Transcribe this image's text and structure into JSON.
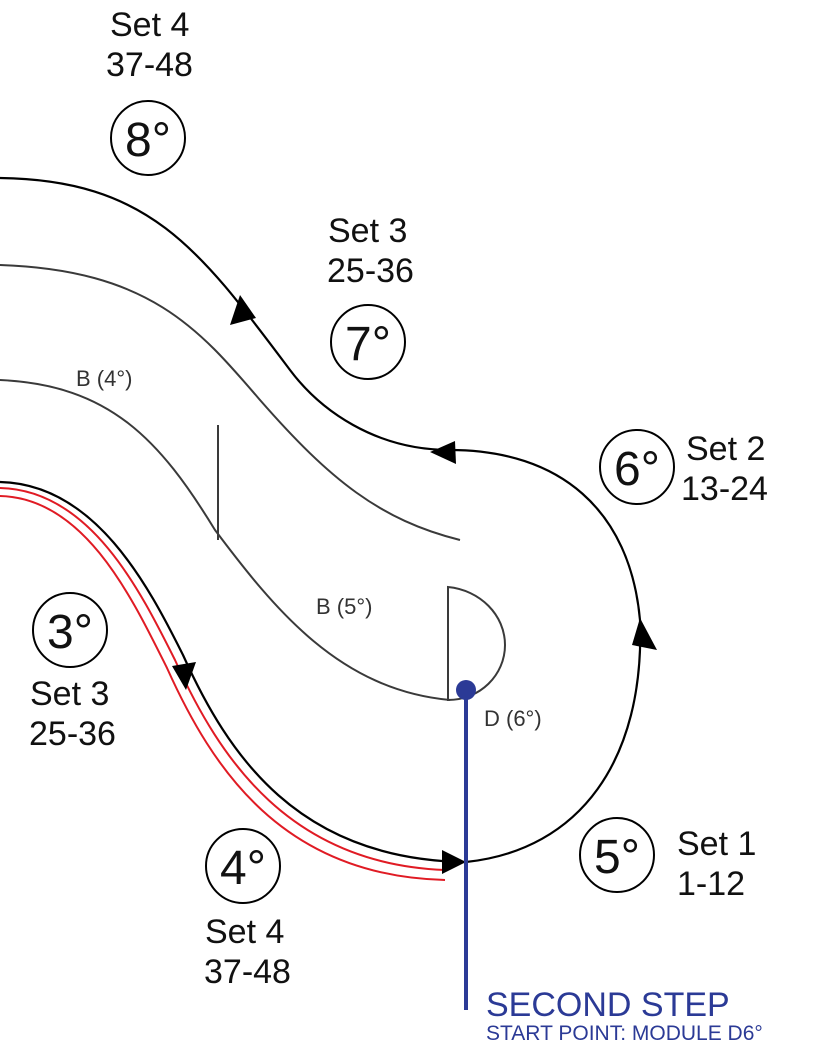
{
  "labels": {
    "set4_top": {
      "name": "Set 4",
      "range": "37-48"
    },
    "set3_top": {
      "name": "Set 3",
      "range": "25-36"
    },
    "set2": {
      "name": "Set 2",
      "range": "13-24"
    },
    "set3_left": {
      "name": "Set 3",
      "range": "25-36"
    },
    "set4_bottom": {
      "name": "Set 4",
      "range": "37-48"
    },
    "set1": {
      "name": "Set 1",
      "range": "1-12"
    }
  },
  "degrees": {
    "d8": "8°",
    "d7": "7°",
    "d6": "6°",
    "d3": "3°",
    "d4": "4°",
    "d5": "5°"
  },
  "zones": {
    "b4": "B (4°)",
    "b5": "B (5°)",
    "d6": "D (6°)"
  },
  "step": {
    "title": "SECOND STEP",
    "subtitle": "START POINT: MODULE D6°"
  },
  "colors": {
    "track": "#000000",
    "inner_lanes": "#3a3a3a",
    "highlight": "#e01b24",
    "start_marker": "#2b3a96"
  }
}
